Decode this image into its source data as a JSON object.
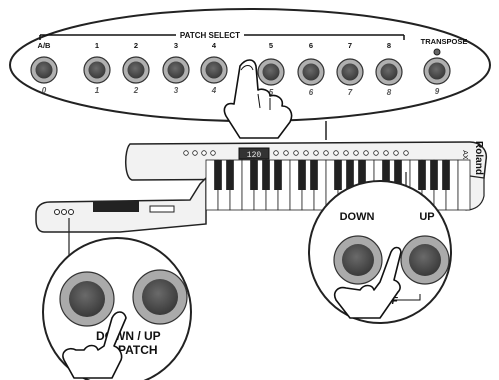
{
  "patch_panel": {
    "title": "PATCH SELECT",
    "transpose_label": "TRANSPOSE",
    "buttons": [
      {
        "top": "A/B",
        "bottom": "0"
      },
      {
        "top": "1",
        "bottom": "1"
      },
      {
        "top": "2",
        "bottom": "2"
      },
      {
        "top": "3",
        "bottom": "3"
      },
      {
        "top": "4",
        "bottom": "4"
      },
      {
        "top": "5",
        "bottom": "5"
      },
      {
        "top": "6",
        "bottom": "6"
      },
      {
        "top": "7",
        "bottom": "7"
      },
      {
        "top": "8",
        "bottom": "8"
      }
    ],
    "transpose_number": "9"
  },
  "keytar": {
    "brand": "Roland",
    "model": "AX-7",
    "display": "120"
  },
  "right_callout": {
    "down_label": "DOWN",
    "up_label": "UP",
    "onoff_label": "ON/OFF"
  },
  "left_callout": {
    "button_label_part1": "DOWN / UP",
    "button_label_part2": "PATCH"
  },
  "colors": {
    "button_ring": "#aaaaaa",
    "button_core": "#454545",
    "outline": "#222222"
  }
}
